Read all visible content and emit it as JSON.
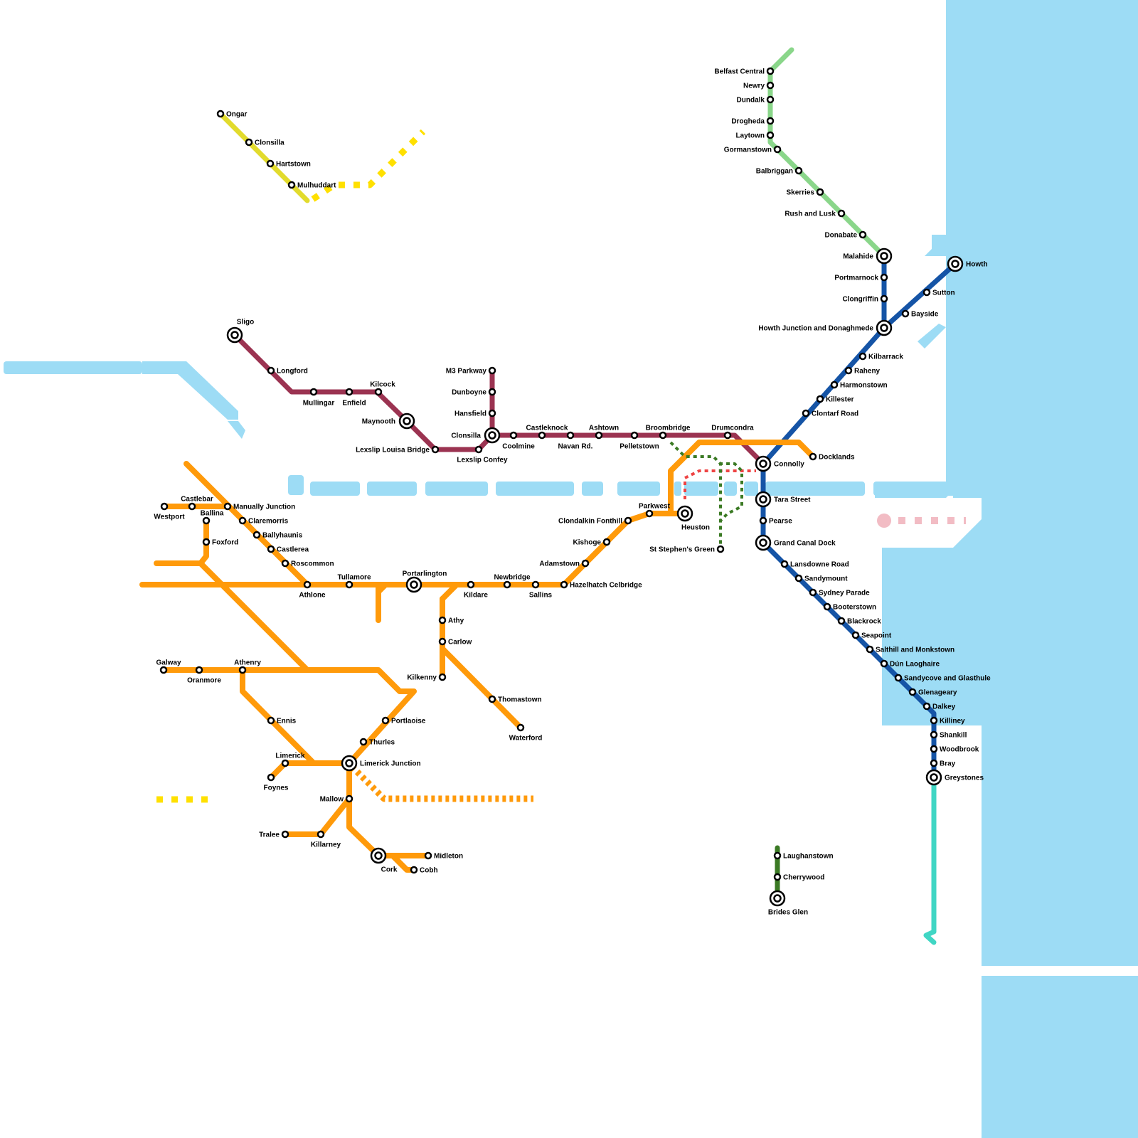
{
  "colors": {
    "water": "#9ddcf5",
    "orange": "#ff9a0a",
    "maroon": "#9b3351",
    "blue": "#1554a6",
    "light_green": "#8ad68a",
    "dark_green": "#3b7a24",
    "teal": "#40d6c4",
    "yellow": "#e2db2d",
    "bright_yellow": "#ffe000",
    "red_dotted": "#ee4444",
    "pink": "#f2bcc4"
  },
  "stations": {
    "ongar": "Ongar",
    "clonsilla_y": "Clonsilla",
    "hartstown": "Hartstown",
    "mulhuddart": "Mulhuddart",
    "sligo": "Sligo",
    "longford": "Longford",
    "mullingar": "Mullingar",
    "enfield": "Enfield",
    "kilcock": "Kilcock",
    "maynooth": "Maynooth",
    "leixlip_louisa": "Lexslip Louisa Bridge",
    "leixlip_confey": "Lexslip Confey",
    "m3_parkway": "M3 Parkway",
    "dunboyne": "Dunboyne",
    "hansfield": "Hansfield",
    "clonsilla": "Clonsilla",
    "coolmine": "Coolmine",
    "castleknock": "Castleknock",
    "navan_rd": "Navan Rd.",
    "ashtown": "Ashtown",
    "pelletstown": "Pelletstown",
    "broombridge": "Broombridge",
    "drumcondra": "Drumcondra",
    "belfast": "Belfast Central",
    "newry": "Newry",
    "dundalk": "Dundalk",
    "drogheda": "Drogheda",
    "laytown": "Laytown",
    "gormanstown": "Gormanstown",
    "balbriggan": "Balbriggan",
    "skerries": "Skerries",
    "rush_lusk": "Rush and Lusk",
    "donabate": "Donabate",
    "malahide": "Malahide",
    "portmarnock": "Portmarnock",
    "clongriffin": "Clongriffin",
    "howth_junction": "Howth Junction and Donaghmede",
    "howth": "Howth",
    "sutton": "Sutton",
    "bayside": "Bayside",
    "kilbarrack": "Kilbarrack",
    "raheny": "Raheny",
    "harmonstown": "Harmonstown",
    "killester": "Killester",
    "clontarf": "Clontarf Road",
    "connolly": "Connolly",
    "docklands": "Docklands",
    "tara": "Tara Street",
    "pearse": "Pearse",
    "grand_canal": "Grand Canal Dock",
    "lansdowne": "Lansdowne Road",
    "sandymount": "Sandymount",
    "sydney": "Sydney Parade",
    "booterstown": "Booterstown",
    "blackrock": "Blackrock",
    "seapoint": "Seapoint",
    "salthill": "Salthill and Monkstown",
    "dun_laoghaire": "Dún Laoghaire",
    "sandycove": "Sandycove and Glasthule",
    "glenageary": "Glenageary",
    "dalkey": "Dalkey",
    "killiney": "Killiney",
    "shankill": "Shankill",
    "woodbrook": "Woodbrook",
    "bray": "Bray",
    "greystones": "Greystones",
    "laughanstown": "Laughanstown",
    "cherrywood": "Cherrywood",
    "brides_glen": "Brides Glen",
    "st_stephens": "St Stephen's Green",
    "heuston": "Heuston",
    "parkwest": "Parkwest",
    "clondalkin": "Clondalkin Fonthill",
    "kishoge": "Kishoge",
    "adamstown": "Adamstown",
    "hazelhatch": "Hazelhatch Celbridge",
    "sallins": "Sallins",
    "newbridge": "Newbridge",
    "kildare": "Kildare",
    "portarlington": "Portarlington",
    "tullamore": "Tullamore",
    "athlone": "Athlone",
    "roscommon": "Roscommon",
    "castlerea": "Castlerea",
    "ballyhaunis": "Ballyhaunis",
    "claremorris": "Claremorris",
    "manulla": "Manually Junction",
    "castlebar": "Castlebar",
    "westport": "Westport",
    "ballina": "Ballina",
    "foxford": "Foxford",
    "athy": "Athy",
    "carlow": "Carlow",
    "kilkenny": "Kilkenny",
    "thomastown": "Thomastown",
    "waterford": "Waterford",
    "galway": "Galway",
    "oranmore": "Oranmore",
    "athenry": "Athenry",
    "ennis": "Ennis",
    "limerick": "Limerick",
    "foynes": "Foynes",
    "limerick_junction": "Limerick Junction",
    "thurles": "Thurles",
    "portlaoise": "Portlaoise",
    "mallow": "Mallow",
    "tralee": "Tralee",
    "killarney": "Killarney",
    "cork": "Cork",
    "midleton": "Midleton",
    "cobh": "Cobh"
  }
}
